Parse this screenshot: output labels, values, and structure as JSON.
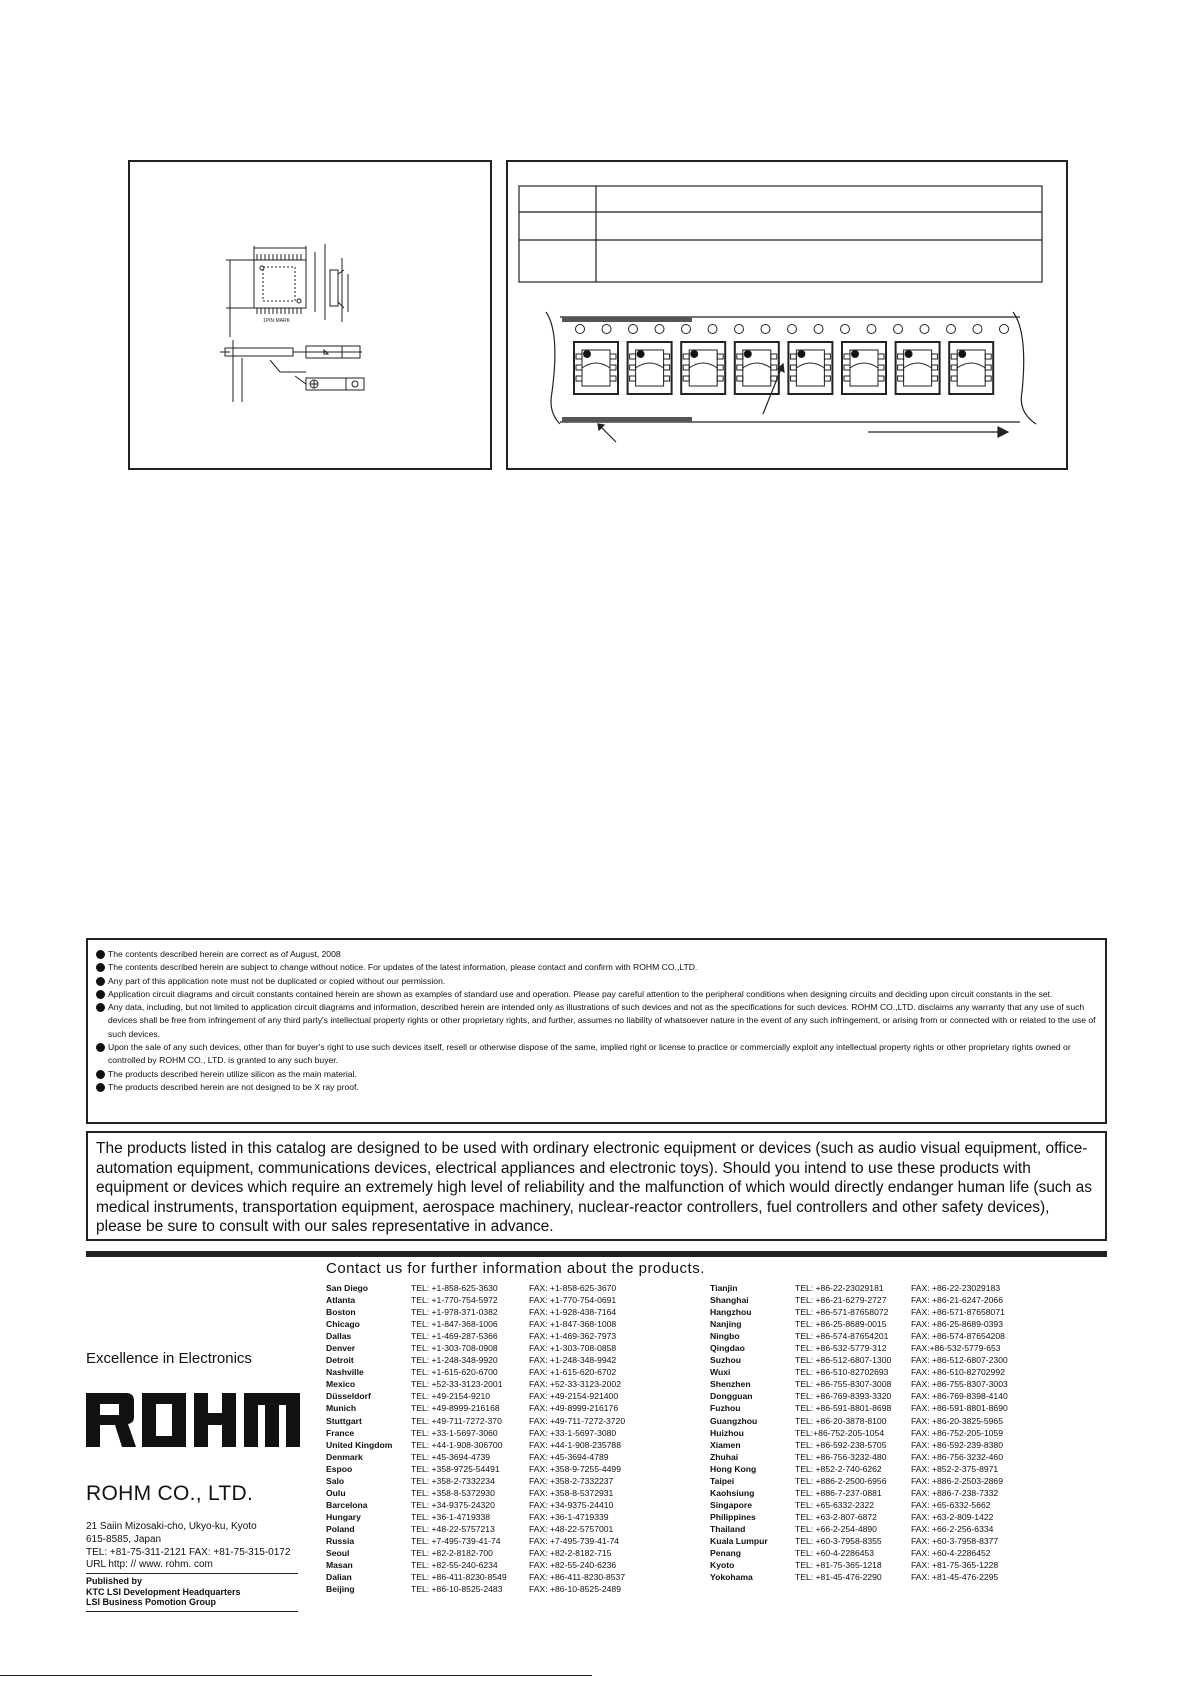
{
  "diagram": {
    "pin_mark_label": "1PIN MARK"
  },
  "disclaimer": [
    "The contents described herein are correct as of August, 2008",
    "The contents described herein are subject to change without notice. For updates of the latest information, please contact and  confirm with ROHM CO.,LTD.",
    "Any part of this application note must not be duplicated or copied without our permission.",
    "Application circuit diagrams and circuit constants contained herein are shown as examples of standard  use and operation. Please pay careful attention to the peripheral conditions when designing  circuits  and deciding upon circuit constants in the set.",
    "Any data, including, but not limited to application circuit diagrams and information, described herein  are intended only as illustrations of such devices and not as the specifications for such  devices. ROHM  CO.,LTD. disclaims any warranty that any use of such devices shall be free from infringement of any third party's intellectual property rights or other proprietary rights, and further, assumes no liability of whatsoever nature in the event of any such infringement, or arising from or connected with or related  to the use of such devices.",
    "Upon the sale of any such devices, other than for buyer's right to use such devices itself, resell or   otherwise dispose of the same, implied right or license to practice or commercially exploit any intellectual property rights or other proprietary rights owned or controlled by ROHM CO., LTD. is granted to any such buyer.",
    "The products described herein utilize silicon  as the  main  material.",
    "The products described herein are not designed to be X ray proof."
  ],
  "notice": "The products listed in this catalog are designed to be used with ordinary electronic equipment or devices (such as audio visual equipment, office-automation equipment, communications devices, electrical appliances and electronic toys). Should you intend to use these products with equipment or devices which require an extremely high level of  reliability and the malfunction of which would directly endanger human life (such as medical instruments, transportation equipment, aerospace machinery, nuclear-reactor controllers, fuel controllers and other safety devices), please be sure to consult with our sales representative in advance.",
  "contact_title": "Contact  us  for  further  information  about  the  products.",
  "contacts_left": [
    {
      "city": "San Diego",
      "tel": "TEL: +1-858-625-3630",
      "fax": "FAX: +1-858-625-3670"
    },
    {
      "city": "Atlanta",
      "tel": "TEL: +1-770-754-5972",
      "fax": "FAX: +1-770-754-0691"
    },
    {
      "city": "Boston",
      "tel": "TEL: +1-978-371-0382",
      "fax": "FAX: +1-928-438-7164"
    },
    {
      "city": "Chicago",
      "tel": "TEL: +1-847-368-1006",
      "fax": "FAX: +1-847-368-1008"
    },
    {
      "city": "Dallas",
      "tel": "TEL: +1-469-287-5366",
      "fax": "FAX: +1-469-362-7973"
    },
    {
      "city": "Denver",
      "tel": "TEL: +1-303-708-0908",
      "fax": "FAX: +1-303-708-0858"
    },
    {
      "city": "Detroit",
      "tel": "TEL: +1-248-348-9920",
      "fax": "FAX: +1-248-348-9942"
    },
    {
      "city": "Nashville",
      "tel": "TEL: +1-615-620-6700",
      "fax": "FAX: +1-615-620-6702"
    },
    {
      "city": "Mexico",
      "tel": "TEL: +52-33-3123-2001",
      "fax": "FAX: +52-33-3123-2002"
    },
    {
      "city": "Düsseldorf",
      "tel": "TEL: +49-2154-9210",
      "fax": "FAX: +49-2154-921400"
    },
    {
      "city": "Munich",
      "tel": "TEL: +49-8999-216168",
      "fax": "FAX: +49-8999-216176"
    },
    {
      "city": "Stuttgart",
      "tel": "TEL: +49-711-7272-370",
      "fax": "FAX: +49-711-7272-3720"
    },
    {
      "city": "France",
      "tel": "TEL: +33-1-5697-3060",
      "fax": "FAX: +33-1-5697-3080"
    },
    {
      "city": "United Kingdom",
      "tel": "TEL: +44-1-908-306700",
      "fax": "FAX: +44-1-908-235788"
    },
    {
      "city": "Denmark",
      "tel": "TEL: +45-3694-4739",
      "fax": "FAX: +45-3694-4789"
    },
    {
      "city": "Espoo",
      "tel": "TEL: +358-9725-54491",
      "fax": "FAX: +358-9-7255-4499"
    },
    {
      "city": "Salo",
      "tel": "TEL: +358-2-7332234",
      "fax": "FAX: +358-2-7332237"
    },
    {
      "city": "Oulu",
      "tel": "TEL: +358-8-5372930",
      "fax": "FAX: +358-8-5372931"
    },
    {
      "city": "Barcelona",
      "tel": "TEL: +34-9375-24320",
      "fax": "FAX: +34-9375-24410"
    },
    {
      "city": "Hungary",
      "tel": "TEL: +36-1-4719338",
      "fax": "FAX: +36-1-4719339"
    },
    {
      "city": "Poland",
      "tel": "TEL: +48-22-5757213",
      "fax": "FAX: +48-22-5757001"
    },
    {
      "city": "Russia",
      "tel": "TEL: +7-495-739-41-74",
      "fax": "FAX: +7-495-739-41-74"
    },
    {
      "city": "Seoul",
      "tel": "TEL: +82-2-8182-700",
      "fax": "FAX: +82-2-8182-715"
    },
    {
      "city": "Masan",
      "tel": "TEL: +82-55-240-6234",
      "fax": "FAX: +82-55-240-6236"
    },
    {
      "city": "Dalian",
      "tel": "TEL: +86-411-8230-8549",
      "fax": "FAX: +86-411-8230-8537"
    },
    {
      "city": "Beijing",
      "tel": "TEL: +86-10-8525-2483",
      "fax": "FAX: +86-10-8525-2489"
    }
  ],
  "contacts_right": [
    {
      "city": "Tianjin",
      "tel": "TEL: +86-22-23029181",
      "fax": "FAX: +86-22-23029183"
    },
    {
      "city": "Shanghai",
      "tel": "TEL: +86-21-6279-2727",
      "fax": "FAX: +86-21-6247-2066"
    },
    {
      "city": "Hangzhou",
      "tel": "TEL: +86-571-87658072",
      "fax": "FAX: +86-571-87658071"
    },
    {
      "city": "Nanjing",
      "tel": "TEL: +86-25-8689-0015",
      "fax": "FAX: +86-25-8689-0393"
    },
    {
      "city": "Ningbo",
      "tel": "TEL: +86-574-87654201",
      "fax": "FAX: +86-574-87654208"
    },
    {
      "city": "Qingdao",
      "tel": "TEL: +86-532-5779-312",
      "fax": "FAX:+86-532-5779-653"
    },
    {
      "city": "Suzhou",
      "tel": "TEL: +86-512-6807-1300",
      "fax": "FAX: +86-512-6807-2300"
    },
    {
      "city": "Wuxi",
      "tel": "TEL: +86-510-82702693",
      "fax": "FAX: +86-510-82702992"
    },
    {
      "city": "Shenzhen",
      "tel": "TEL: +86-755-8307-3008",
      "fax": "FAX: +86-755-8307-3003"
    },
    {
      "city": "Dongguan",
      "tel": "TEL: +86-769-8393-3320",
      "fax": "FAX: +86-769-8398-4140"
    },
    {
      "city": "Fuzhou",
      "tel": "TEL: +86-591-8801-8698",
      "fax": "FAX: +86-591-8801-8690"
    },
    {
      "city": "Guangzhou",
      "tel": "TEL: +86-20-3878-8100",
      "fax": "FAX: +86-20-3825-5965"
    },
    {
      "city": "Huizhou",
      "tel": "TEL:+86-752-205-1054",
      "fax": "FAX: +86-752-205-1059"
    },
    {
      "city": "Xiamen",
      "tel": "TEL: +86-592-238-5705",
      "fax": "FAX: +86-592-239-8380"
    },
    {
      "city": "Zhuhai",
      "tel": "TEL: +86-756-3232-480",
      "fax": "FAX: +86-756-3232-460"
    },
    {
      "city": "Hong Kong",
      "tel": "TEL: +852-2-740-6262",
      "fax": "FAX: +852-2-375-8971"
    },
    {
      "city": "Taipei",
      "tel": "TEL: +886-2-2500-6956",
      "fax": "FAX: +886-2-2503-2869"
    },
    {
      "city": "Kaohsiung",
      "tel": "TEL: +886-7-237-0881",
      "fax": "FAX: +886-7-238-7332"
    },
    {
      "city": "Singapore",
      "tel": "TEL: +65-6332-2322",
      "fax": "FAX: +65-6332-5662"
    },
    {
      "city": "Philippines",
      "tel": "TEL: +63-2-807-6872",
      "fax": "FAX: +63-2-809-1422"
    },
    {
      "city": "Thailand",
      "tel": "TEL: +66-2-254-4890",
      "fax": "FAX: +66-2-256-6334"
    },
    {
      "city": "Kuala Lumpur",
      "tel": "TEL: +60-3-7958-8355",
      "fax": "FAX: +60-3-7958-8377"
    },
    {
      "city": "Penang",
      "tel": "TEL: +60-4-2286453",
      "fax": "FAX: +60-4-2286452"
    },
    {
      "city": "Kyoto",
      "tel": "TEL: +81-75-365-1218",
      "fax": "FAX: +81-75-365-1228"
    },
    {
      "city": "Yokohama",
      "tel": "TEL: +81-45-476-2290",
      "fax": "FAX: +81-45-476-2295"
    }
  ],
  "rohm": {
    "tagline": "Excellence  in  Electronics",
    "logo_text": "ROHM",
    "company": "ROHM  CO., LTD.",
    "address1": "21 Saiin Mizosaki-cho, Ukyo-ku, Kyoto",
    "address2": "615-8585, Japan",
    "telfax": "TEL: +81-75-311-2121    FAX: +81-75-315-0172",
    "url": "URL  http: // www. rohm. com",
    "published1": "Published by",
    "published2": "KTC LSI Development Headquarters",
    "published3": "LSI Business Pomotion Group"
  }
}
